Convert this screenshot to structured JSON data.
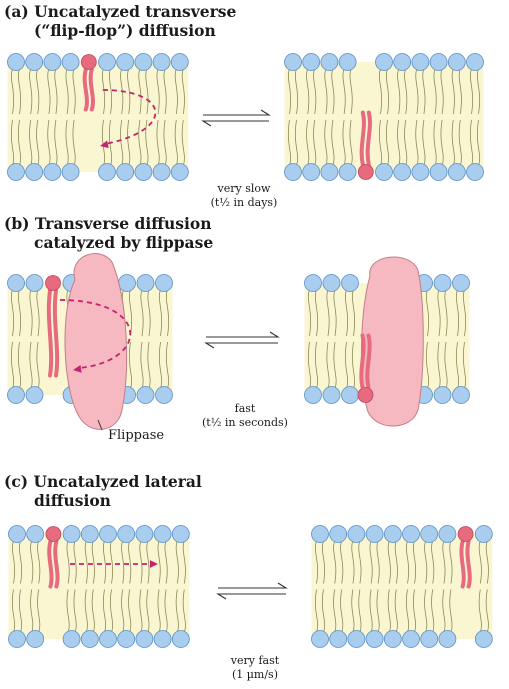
{
  "panels": [
    {
      "id": "a",
      "heading_line1": "(a) Uncatalyzed transverse",
      "heading_line2": "(“flip-flop”) diffusion",
      "rate_line1": "very slow",
      "rate_line2": "(t½ in days)"
    },
    {
      "id": "b",
      "heading_line1": "(b) Transverse diffusion",
      "heading_line2": "catalyzed by flippase",
      "rate_line1": "fast",
      "rate_line2": "(t½ in seconds)",
      "protein_label": "Flippase"
    },
    {
      "id": "c",
      "heading_line1": "(c) Uncatalyzed lateral",
      "heading_line2": "diffusion",
      "rate_line1": "very fast",
      "rate_line2": "(1 µm/s)"
    }
  ],
  "colors": {
    "headgroup": "#a9cdee",
    "headgroup_stroke": "#5b8fc4",
    "tail": "#f4efb0",
    "tail_stroke": "#8a8a55",
    "core": "#faf6d2",
    "marked_lipid": "#e76a7f",
    "arrow": "#c4236d",
    "flippase": "#f6b9c1",
    "flippase_stroke": "#c57d86"
  }
}
